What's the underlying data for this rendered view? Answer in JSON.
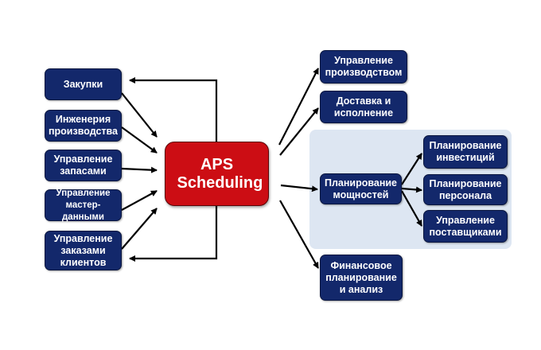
{
  "center": {
    "label": "APS Scheduling",
    "color": "#cc0d14"
  },
  "inputs": [
    {
      "label": "Закупки"
    },
    {
      "label": "Инженерия производства"
    },
    {
      "label": "Управление запасами"
    },
    {
      "label": "Управление мастер-данными"
    },
    {
      "label": "Управление заказами клиентов"
    }
  ],
  "outputs": [
    {
      "label": "Управление производством"
    },
    {
      "label": "Доставка и исполнение"
    },
    {
      "label": "Планирование мощностей"
    },
    {
      "label": "Финансовое планирование и анализ"
    }
  ],
  "capacity_children": [
    {
      "label": "Планирование инвестиций"
    },
    {
      "label": "Планирование персонала"
    },
    {
      "label": "Управление поставщиками"
    }
  ],
  "colors": {
    "box": "#13286b",
    "panel": "#dde6f2",
    "arrow": "#000000"
  }
}
